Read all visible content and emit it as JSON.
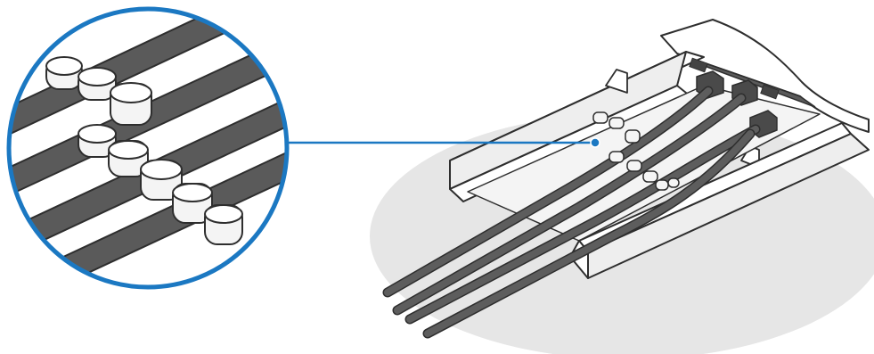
{
  "diagram": {
    "style": "line-art",
    "colors": {
      "callout": "#1b78c2",
      "cable": "#575757",
      "outline": "#2e2e2e",
      "shadow": "#e6e6e6",
      "tray": "#ffffff",
      "tray_shade": "#eeeeee",
      "clip_fill": "#f5f5f5",
      "connector": "#4a4a4a"
    },
    "cable_count": 4,
    "clip_count": 8
  }
}
